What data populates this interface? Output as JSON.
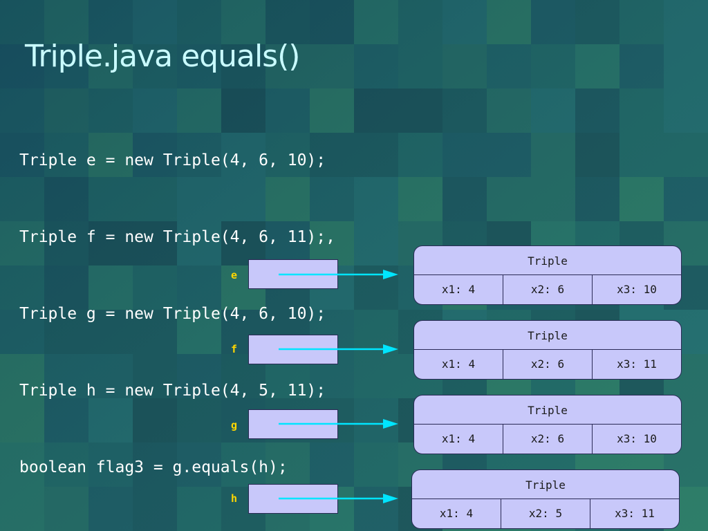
{
  "slide": {
    "title": "Triple.java equals()",
    "code": [
      "Triple e = new Triple(4, 6, 10);",
      "Triple f = new Triple(4, 6, 11);,",
      "Triple g = new Triple(4, 6, 10);",
      "Triple h = new Triple(4, 5, 11);",
      "boolean flag3 = g.equals(h);"
    ]
  },
  "diagram": {
    "references": [
      {
        "name": "e"
      },
      {
        "name": "f"
      },
      {
        "name": "g"
      },
      {
        "name": "h"
      }
    ],
    "objects": [
      {
        "class": "Triple",
        "fields": [
          "x1: 4",
          "x2: 6",
          "x3: 10"
        ]
      },
      {
        "class": "Triple",
        "fields": [
          "x1: 4",
          "x2: 6",
          "x3: 11"
        ]
      },
      {
        "class": "Triple",
        "fields": [
          "x1: 4",
          "x2: 6",
          "x3: 10"
        ]
      },
      {
        "class": "Triple",
        "fields": [
          "x1: 4",
          "x2: 5",
          "x3: 11"
        ]
      }
    ]
  },
  "colors": {
    "title": "#c9fbff",
    "code": "#ffffff",
    "ref_label": "#ffd700",
    "box_fill": "#c8c8fa",
    "arrow": "#00e5ff",
    "background": "#1f5f6b"
  }
}
